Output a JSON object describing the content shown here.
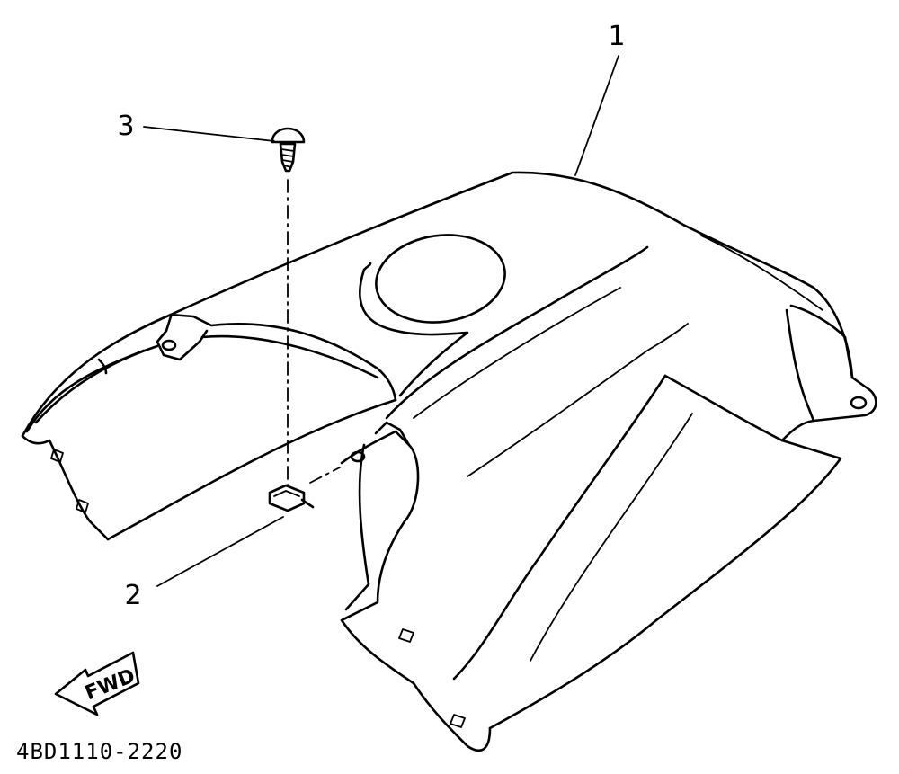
{
  "diagram": {
    "callouts": [
      {
        "id": "1",
        "label": "1"
      },
      {
        "id": "2",
        "label": "2"
      },
      {
        "id": "3",
        "label": "3"
      }
    ],
    "direction_label": "FWD",
    "part_number": "4BD1110-2220"
  }
}
